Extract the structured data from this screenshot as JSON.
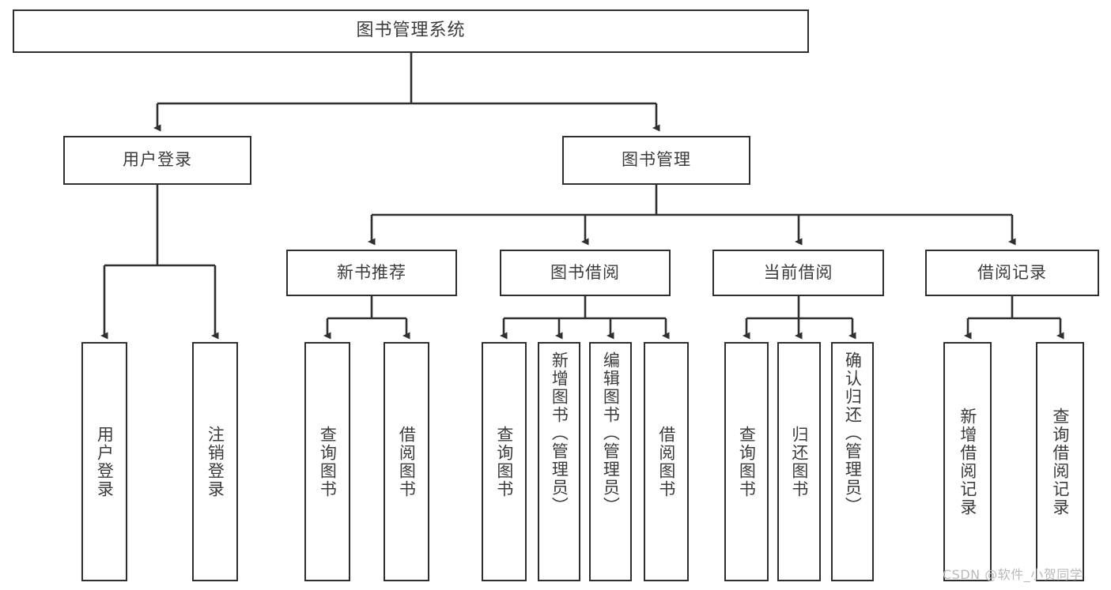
{
  "diagram": {
    "type": "tree",
    "title": "图书管理系统",
    "watermark": "CSDN @软件_小贺同学",
    "colors": {
      "background": "#ffffff",
      "box_border": "#2f2f2f",
      "box_fill": "#ffffff",
      "text": "#3b3b3b",
      "connector": "#2f2f2f",
      "watermark": "#b9b9b9"
    },
    "root": {
      "label": "图书管理系统"
    },
    "level2": [
      {
        "label": "用户登录"
      },
      {
        "label": "图书管理"
      }
    ],
    "level3": [
      {
        "label": "新书推荐"
      },
      {
        "label": "图书借阅"
      },
      {
        "label": "当前借阅"
      },
      {
        "label": "借阅记录"
      }
    ],
    "leaves": {
      "user_login": [
        {
          "label": "用户登录"
        },
        {
          "label": "注销登录"
        }
      ],
      "new_book_recommend": [
        {
          "label": "查询图书"
        },
        {
          "label": "借阅图书"
        }
      ],
      "book_borrow": [
        {
          "label": "查询图书"
        },
        {
          "label": "新增图书（管理员）"
        },
        {
          "label": "编辑图书（管理员）"
        },
        {
          "label": "借阅图书"
        }
      ],
      "current_borrow": [
        {
          "label": "查询图书"
        },
        {
          "label": "归还图书"
        },
        {
          "label": "确认归还（管理员）"
        }
      ],
      "borrow_record": [
        {
          "label": "新增借阅记录"
        },
        {
          "label": "查询借阅记录"
        }
      ]
    }
  }
}
